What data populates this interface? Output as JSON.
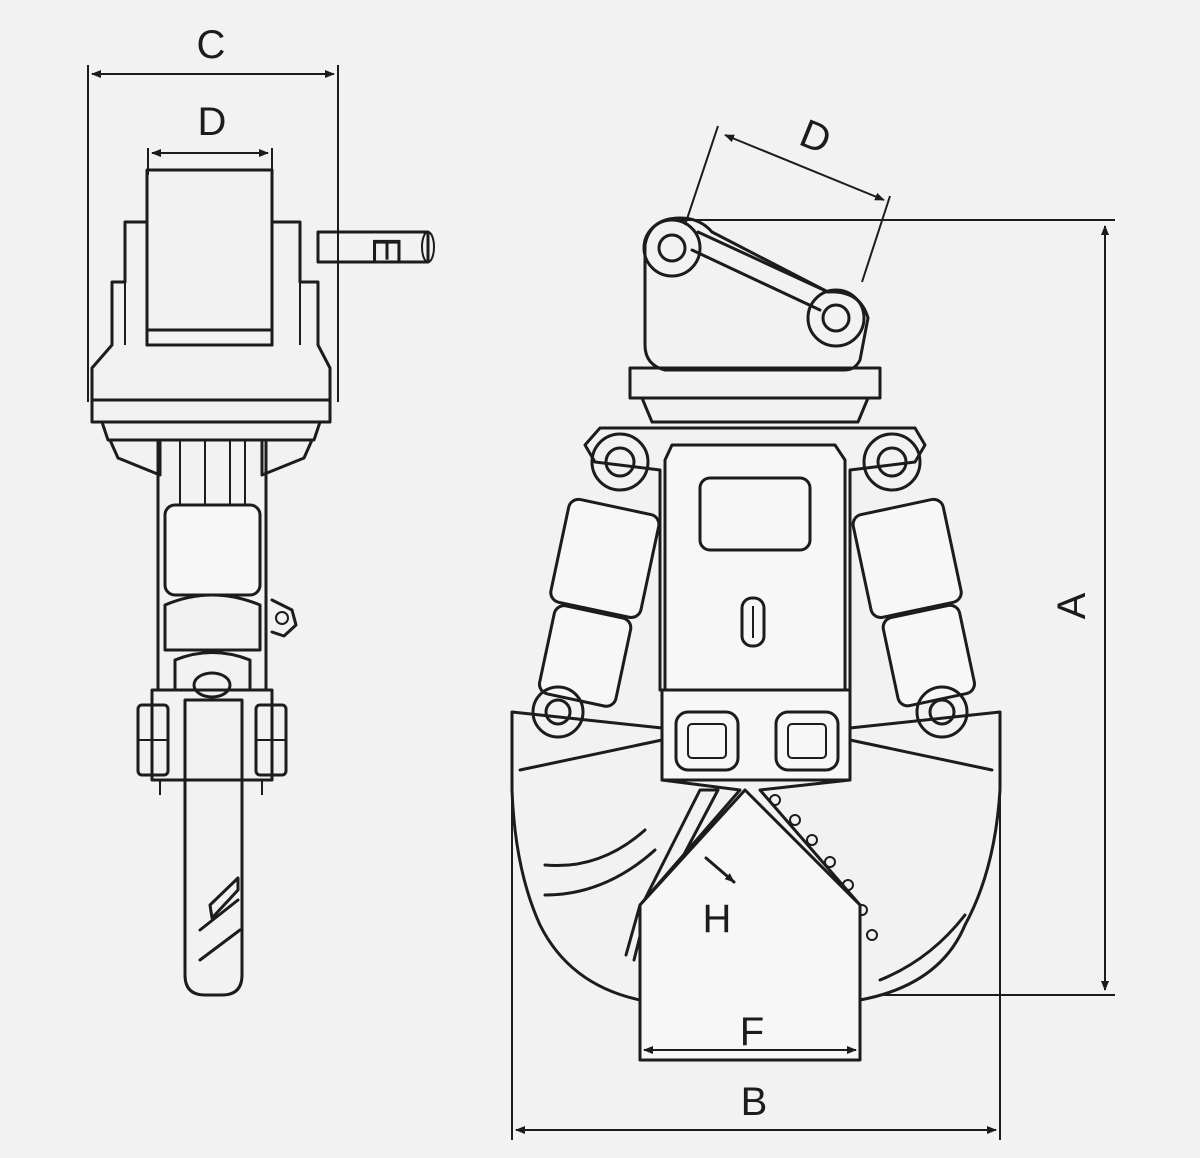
{
  "labels": {
    "side_width": "C",
    "side_inner": "D",
    "side_pin": "E",
    "front_pin_spacing": "D",
    "front_height": "A",
    "front_width": "B",
    "front_jaw": "F",
    "rotation": "H"
  },
  "colors": {
    "background": "#f2f2f2",
    "stroke": "#1c1c1c"
  }
}
